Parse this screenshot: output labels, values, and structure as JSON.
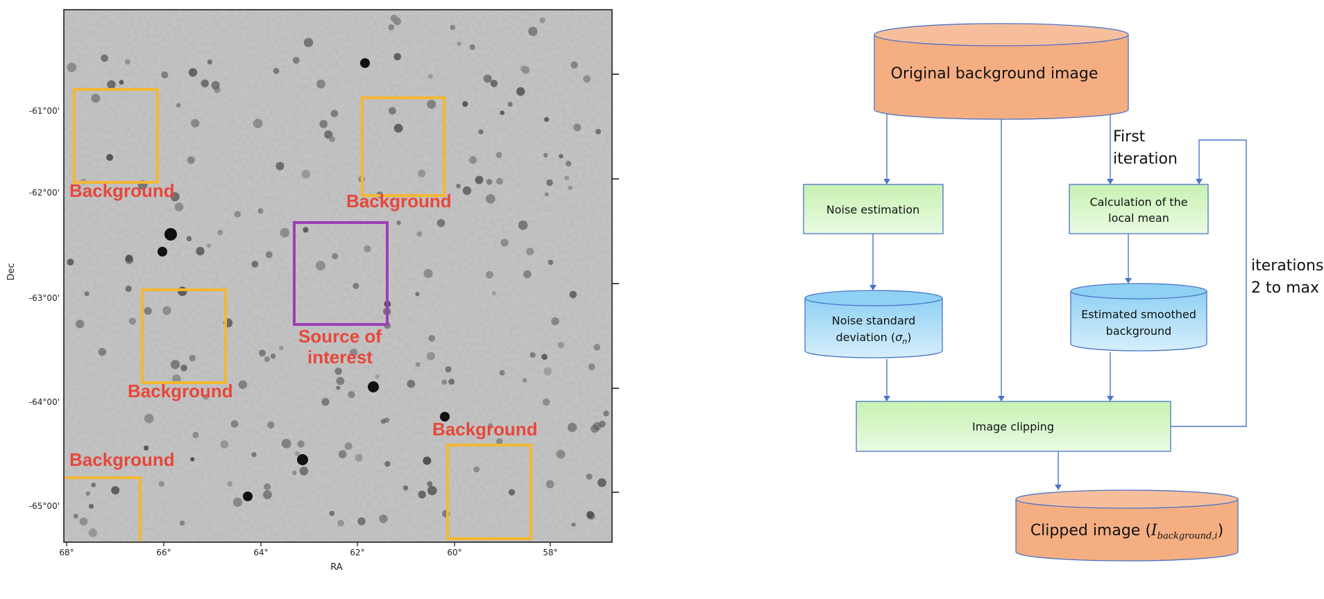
{
  "sky_image": {
    "y_axis_title": "Dec",
    "x_axis_title": "RA",
    "dec_ticks": [
      "-61°00'",
      "-62°00'",
      "-63°00'",
      "-64°00'",
      "-65°00'"
    ],
    "ra_ticks": [
      "68°",
      "66°",
      "64°",
      "62°",
      "60°",
      "58°"
    ],
    "regions": [
      {
        "label": "Background",
        "kind": "background"
      },
      {
        "label": "Background",
        "kind": "background"
      },
      {
        "label": "Background",
        "kind": "background"
      },
      {
        "label": "Background",
        "kind": "background"
      },
      {
        "label": "Background",
        "kind": "background"
      },
      {
        "label_line1": "Source of",
        "label_line2": "interest",
        "kind": "source"
      }
    ],
    "colors": {
      "background_box": "#f5b731",
      "source_box": "#9b3fb5",
      "label": "#e8463a"
    }
  },
  "flowchart": {
    "original": "Original background image",
    "noise_estimation": "Noise estimation",
    "local_mean_line1": "Calculation of the",
    "local_mean_line2": "local mean",
    "noise_std_line1": "Noise standard",
    "noise_std_line2": "deviation (",
    "noise_std_sigma": "σ",
    "noise_std_sub": "n",
    "noise_std_close": ")",
    "smoothed_line1": "Estimated smoothed",
    "smoothed_line2": "background",
    "clipping": "Image clipping",
    "clipped_prefix": "Clipped image (",
    "clipped_symbol": "I",
    "clipped_sub": "background,i",
    "clipped_close": ")",
    "first_iteration_line1": "First",
    "first_iteration_line2": "iteration",
    "iterations_line1": "iterations",
    "iterations_line2": "2 to max",
    "colors": {
      "orange": "#f4ae82",
      "green": "#c9f1b4",
      "blue": "#a8daf5",
      "edge": "#4a74c9"
    }
  }
}
